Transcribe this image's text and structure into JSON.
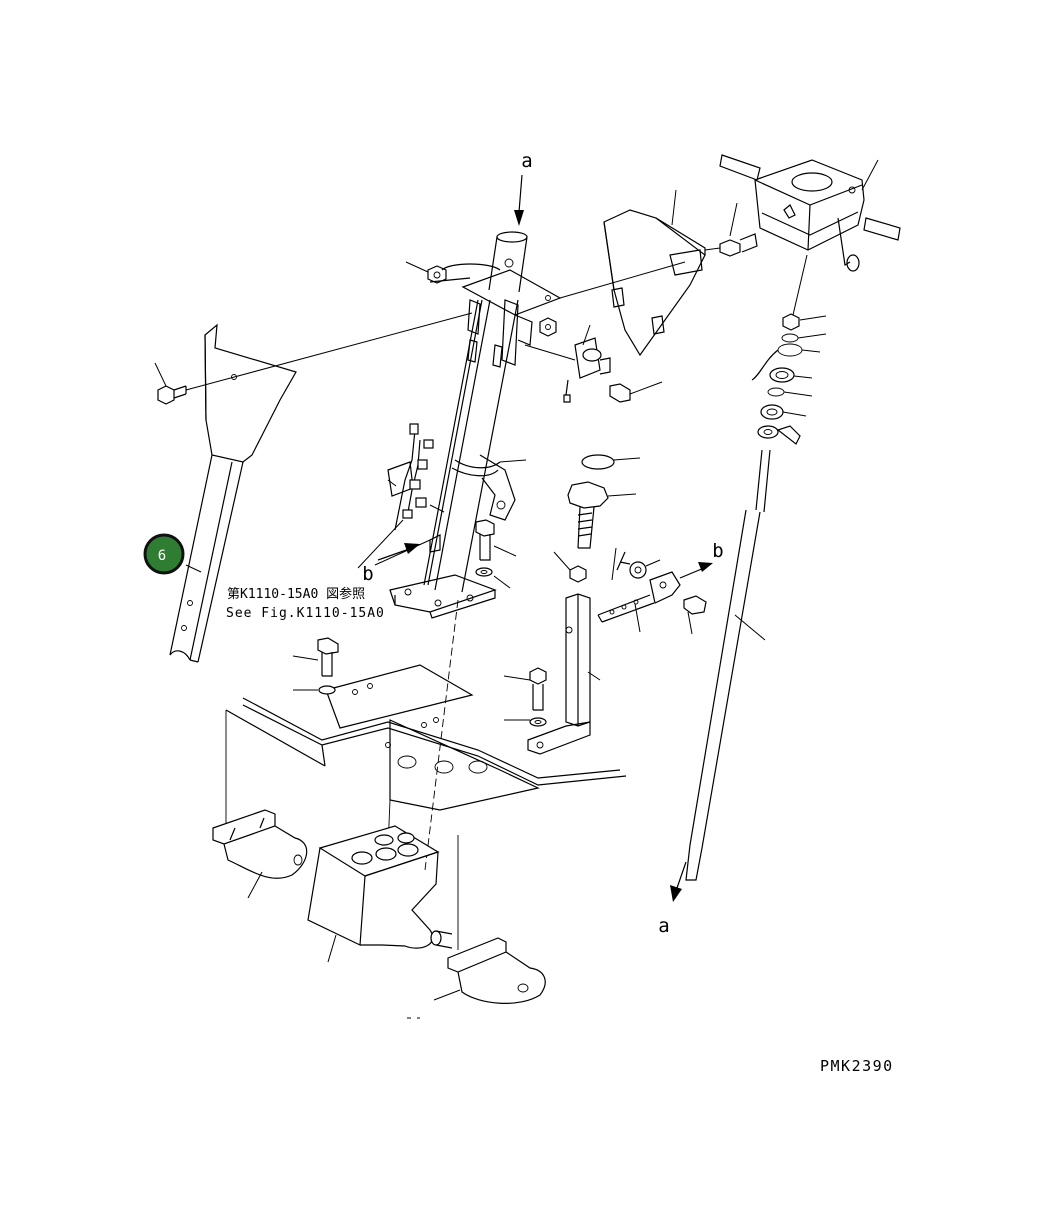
{
  "diagram": {
    "ref_label_a_top": "a",
    "ref_label_a_bottom": "a",
    "ref_label_b_left": "b",
    "ref_label_b_right": "b",
    "fig_ref_ja": "第K1110-15A0 図参照",
    "fig_ref_en": "See Fig.K1110-15A0",
    "drawing_code": "PMK2390",
    "highlight_callout": {
      "number": "6",
      "color": "#2e7d32"
    }
  }
}
